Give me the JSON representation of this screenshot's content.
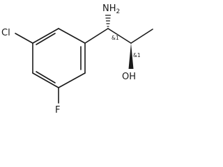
{
  "molecule": {
    "atoms": {
      "cl": "Cl",
      "f": "F",
      "nh2_n": "NH",
      "nh2_sub": "2",
      "oh": "OH"
    },
    "stereo": {
      "c1": "&1",
      "c2": "&1"
    }
  }
}
